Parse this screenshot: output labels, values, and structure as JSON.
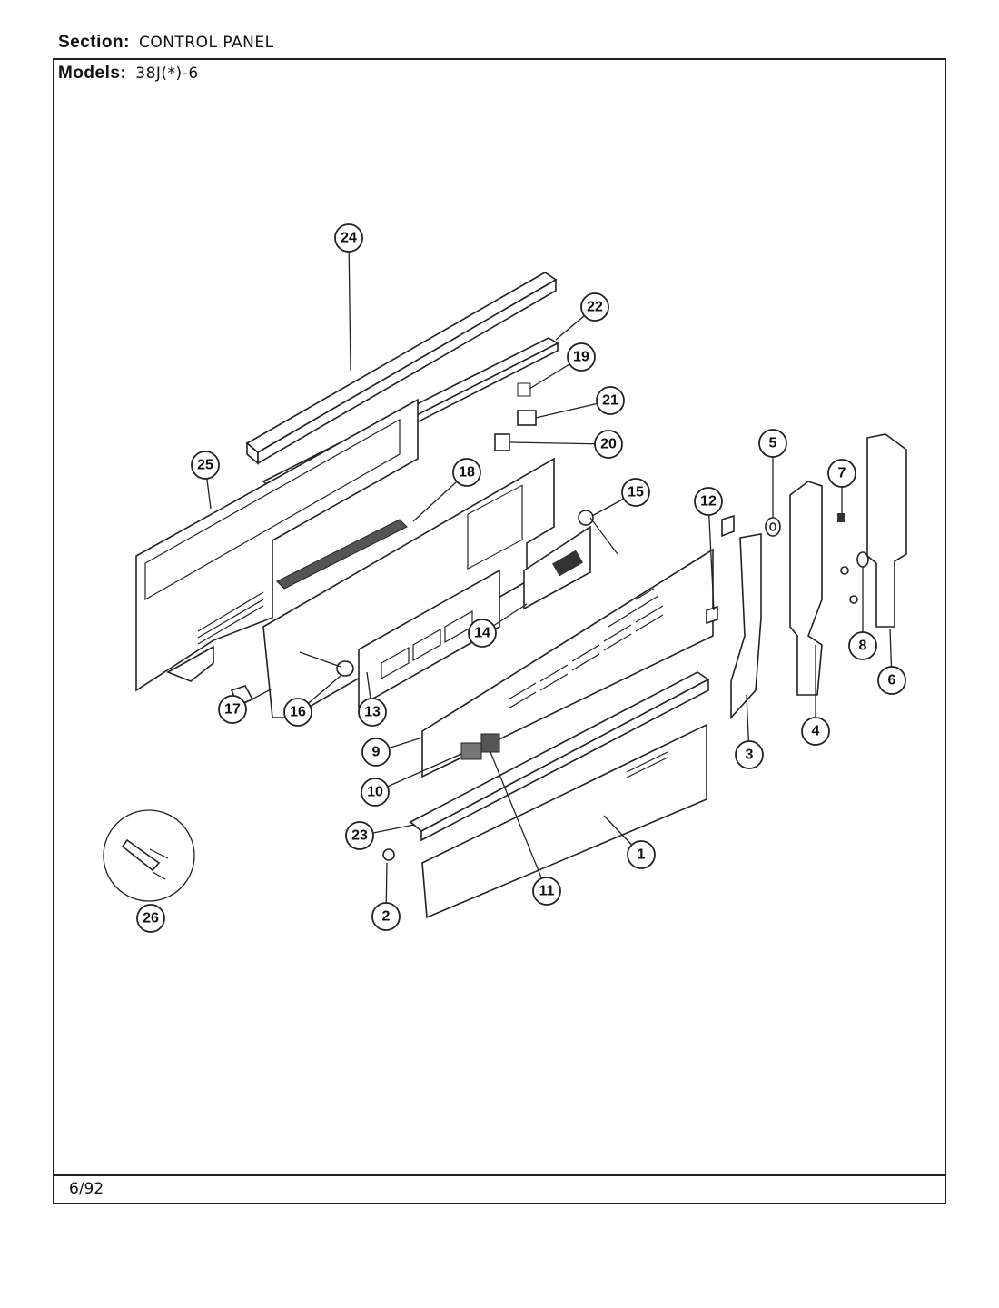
{
  "header": {
    "section_label": "Section:",
    "section_value": "CONTROL PANEL",
    "models_label": "Models:",
    "models_value": "38J(*)-6"
  },
  "footer": {
    "date": "6/92"
  },
  "callouts": [
    "1",
    "2",
    "3",
    "4",
    "5",
    "6",
    "7",
    "8",
    "9",
    "10",
    "11",
    "12",
    "13",
    "14",
    "15",
    "16",
    "17",
    "18",
    "19",
    "20",
    "21",
    "22",
    "23",
    "24",
    "25",
    "26"
  ]
}
